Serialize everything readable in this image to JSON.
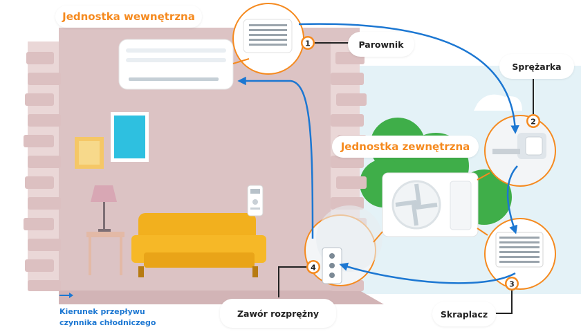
{
  "titles": {
    "indoor": "Jednostka wewnętrzna",
    "outdoor": "Jednostka zewnętrzna"
  },
  "components": [
    {
      "number": "1",
      "label": "Parownik"
    },
    {
      "number": "2",
      "label": "Sprężarka"
    },
    {
      "number": "3",
      "label": "Skraplacz"
    },
    {
      "number": "4",
      "label": "Zawór rozprężny"
    }
  ],
  "legend": {
    "line1": "Kierunek przepływu",
    "line2": "czynnika chłodniczego"
  },
  "colors": {
    "accent": "#f58a1f",
    "flow_arrow": "#1c77d2",
    "wall": "#e8d6d6",
    "room": "#dcc3c4",
    "brick": "#e2caca",
    "sofa": "#f2b01e",
    "sky": "#e4f2f7",
    "tree": "#3fae49"
  }
}
